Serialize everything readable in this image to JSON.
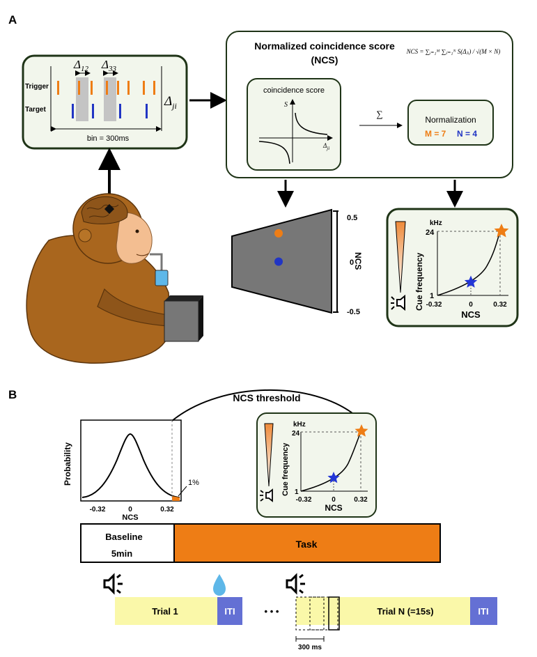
{
  "colors": {
    "orange": "#EE7D15",
    "blue": "#2135C4",
    "gray_bar": "#C4C4C4",
    "panel_fill": "#F2F6EC",
    "panel_border": "#1F3417",
    "screen": "#777777",
    "monkey": "#A9661E",
    "monkey_dark": "#6E3F10",
    "face": "#F3BE91",
    "trial_fill": "#FAF8A9",
    "iti_fill": "#6470D4",
    "task_fill": "#EE7D15",
    "water": "#5EB7E8",
    "star_blue": "#2336D6"
  },
  "panel_a": {
    "label": "A",
    "spikes": {
      "delta_12": "Δ12",
      "delta_33": "Δ33",
      "trigger_label": "Trigger",
      "target_label": "Target",
      "bin_label": "bin = 300ms",
      "delta_ji": "Δji"
    },
    "ncs_box": {
      "title_line1": "Normalized coincidence score",
      "title_line2": "(NCS)",
      "formula": "NCS = ∑ᵢ₌₁ᴹ ∑ⱼ₌₁ᴺ S(Δⱼᵢ) / √(M × N)",
      "coincidence_title": "coincidence score",
      "s_label": "S",
      "delta_axis_label": "Δji",
      "sum_symbol": "∑",
      "normalization_title": "Normalization",
      "m_label": "M = 7",
      "n_label": "N = 4"
    },
    "screen": {
      "axis_title": "NCS",
      "tick_top": "0.5",
      "tick_mid": "0",
      "tick_bottom": "-0.5",
      "orange_dot_ncs": 0.28,
      "blue_dot_ncs": 0.0
    },
    "cue_panel": {
      "unit": "kHz",
      "y_title": "Cue frequency",
      "y_top": "24",
      "y_bottom": "1",
      "x_left": "-0.32",
      "x_mid": "0",
      "x_right": "0.32",
      "x_title": "NCS",
      "blue_star_ncs": 0,
      "orange_star_ncs": 0.32
    }
  },
  "panel_b": {
    "label": "B",
    "threshold_title": "NCS threshold",
    "dist_plot": {
      "y_title": "Probability",
      "x_title": "NCS",
      "tick_left": "-0.32",
      "tick_mid": "0",
      "tick_right": "0.32",
      "tail_label": "1%"
    },
    "cue_panel": {
      "unit": "kHz",
      "y_title": "Cue frequency",
      "y_top": "24",
      "y_bottom": "1",
      "x_left": "-0.32",
      "x_mid": "0",
      "x_right": "0.32",
      "x_title": "NCS"
    },
    "timeline": {
      "baseline_line1": "Baseline",
      "baseline_line2": "5min",
      "task_label": "Task"
    },
    "trials": {
      "trial1_label": "Trial 1",
      "iti_label": "ITI",
      "ellipsis": "• • •",
      "trialn_label": "Trial N (=15s)",
      "iti2_label": "ITI",
      "scale_label": "300 ms"
    }
  }
}
